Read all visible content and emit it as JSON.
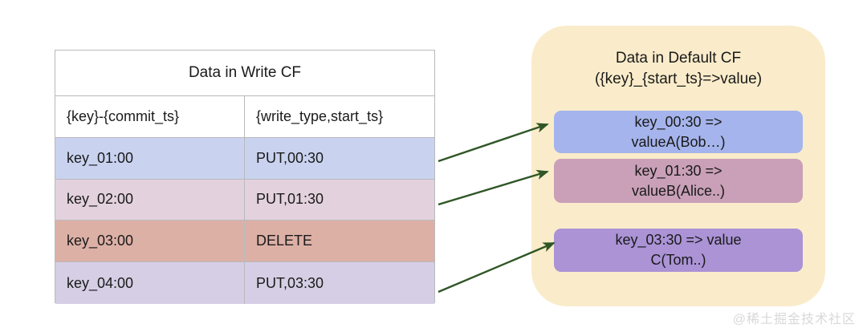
{
  "diagram": {
    "watermark": "@稀土掘金技术社区",
    "arrow_color": "#2f5626"
  },
  "write_cf": {
    "title": "Data in Write CF",
    "columns": [
      "{key}-{commit_ts}",
      "{write_type,start_ts}"
    ],
    "rows": [
      {
        "key": "key_01:00",
        "value": "PUT,00:30",
        "color": "#c9d3f0"
      },
      {
        "key": "key_02:00",
        "value": "PUT,01:30",
        "color": "#e3d2dd"
      },
      {
        "key": "key_03:00",
        "value": "DELETE",
        "color": "#ddb0a6"
      },
      {
        "key": "key_04:00",
        "value": "PUT,03:30",
        "color": "#d5cee4"
      }
    ]
  },
  "default_cf": {
    "title_line1": "Data in Default CF",
    "title_line2": "({key}_{start_ts}=>value)",
    "panel_color": "#faecca",
    "entries": [
      {
        "line1": "key_00:30 =>",
        "line2": "valueA(Bob…)",
        "color": "#a5b4ec"
      },
      {
        "line1": "key_01:30 =>",
        "line2": "valueB(Alice..)",
        "color": "#c9a0b8"
      },
      {
        "line1": "key_03:30 => value",
        "line2": "C(Tom..)",
        "color": "#ab93d6"
      }
    ]
  }
}
